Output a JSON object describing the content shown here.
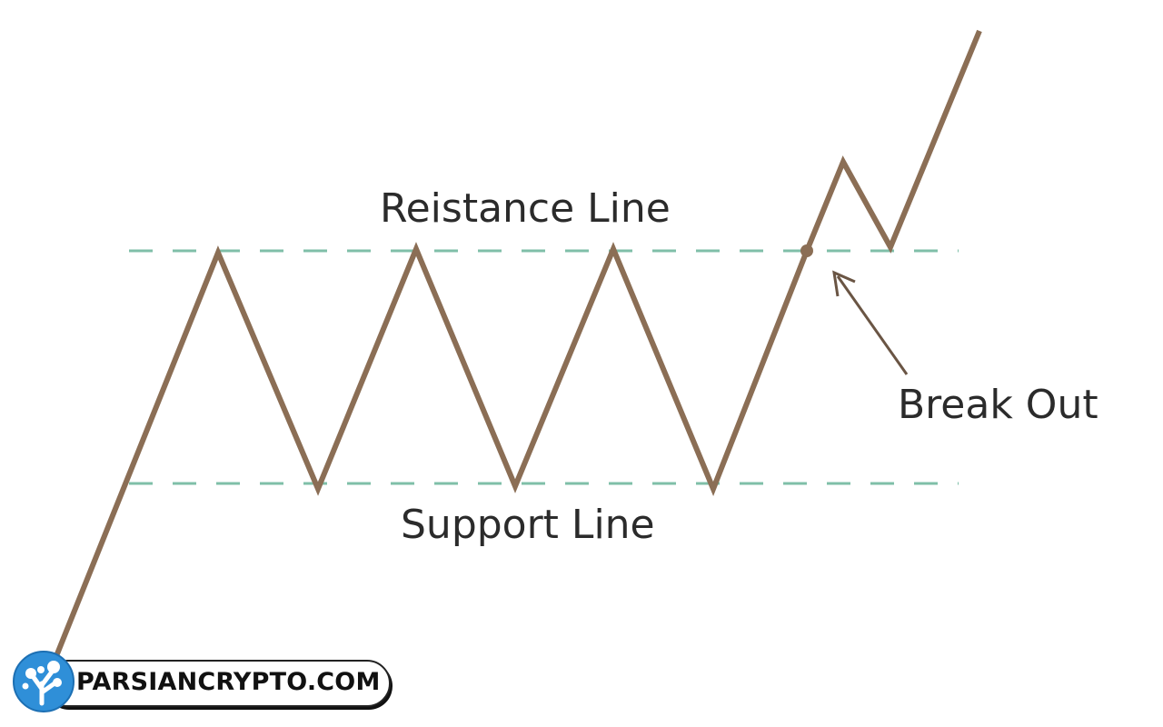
{
  "diagram": {
    "resistance_label": "Reistance Line",
    "support_label": "Support Line",
    "breakout_label": "Break Out"
  },
  "watermark": {
    "text": "PARSIANCRYPTO.COM"
  },
  "colors": {
    "price_line": "#8b6e55",
    "guide_lines": "#7fbfa8",
    "text": "#2b2b2b",
    "logo_blue": "#2f8fd8"
  },
  "icons": {
    "watermark_logo": "tree-network-logo"
  }
}
